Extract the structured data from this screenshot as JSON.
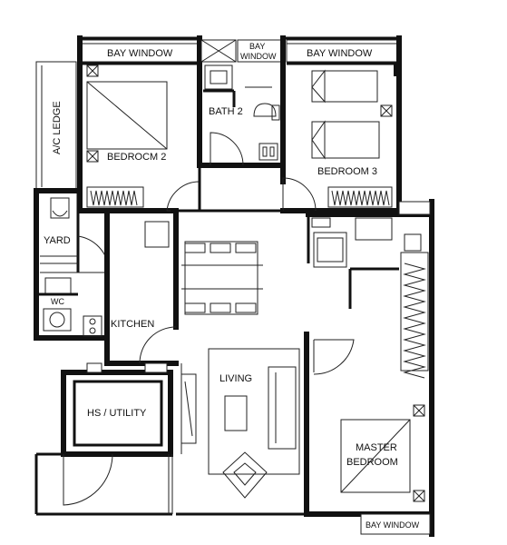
{
  "labels": {
    "bay_window_left": "BAY WINDOW",
    "bay_window_bath": "BAY\nWINDOW",
    "bay_window_right": "BAY WINDOW",
    "bay_window_master": "BAY WINDOW",
    "ac_ledge": "A/C LEDGE",
    "bedroom2": "BEDROCM 2",
    "bath2": "BATH 2",
    "bedroom3": "BEDROOM 3",
    "yard": "YARD",
    "wc": "WC",
    "kitchen": "KITCHEN",
    "hs_utility": "HS / UTILITY",
    "living": "LIVING",
    "master_bedroom_l1": "MASTER",
    "master_bedroom_l2": "BEDROOM"
  }
}
